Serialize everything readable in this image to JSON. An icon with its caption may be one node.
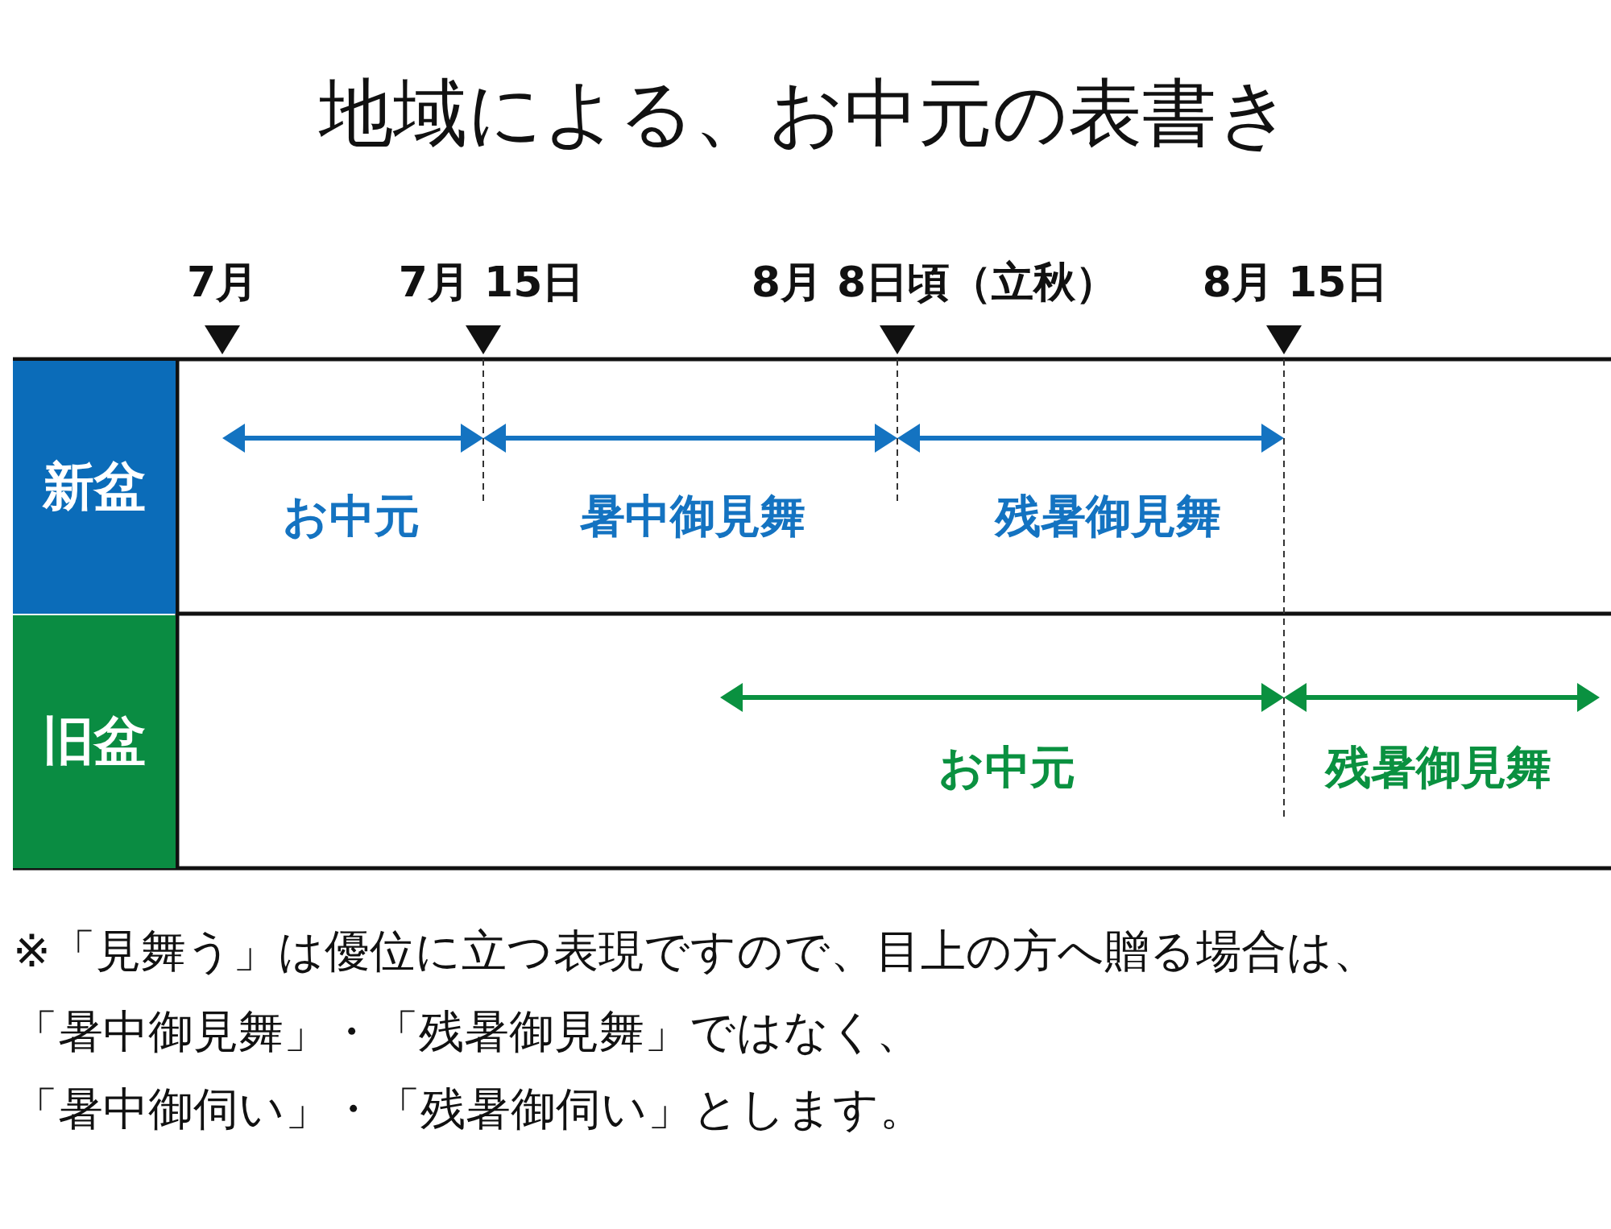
{
  "diagram": {
    "title": "地域による、お中元の表書き",
    "nodes": [
      {
        "text": [
          "新盆"
        ]
      },
      {
        "text": [
          "旧盆"
        ]
      }
    ],
    "labels": [
      "7月",
      "7月 15日",
      "8月 8日頃（立秋）",
      "8月 15日",
      "お中元",
      "暑中御見舞",
      "残暑御見舞",
      "お中元",
      "残暑御見舞",
      "※「見舞う」は優位に立つ表現ですので、目上の方へ贈る場合は、",
      "「暑中御見舞」・「残暑御見舞」ではなく、",
      "「暑中御伺い」・「残暑御伺い」とします。"
    ]
  }
}
